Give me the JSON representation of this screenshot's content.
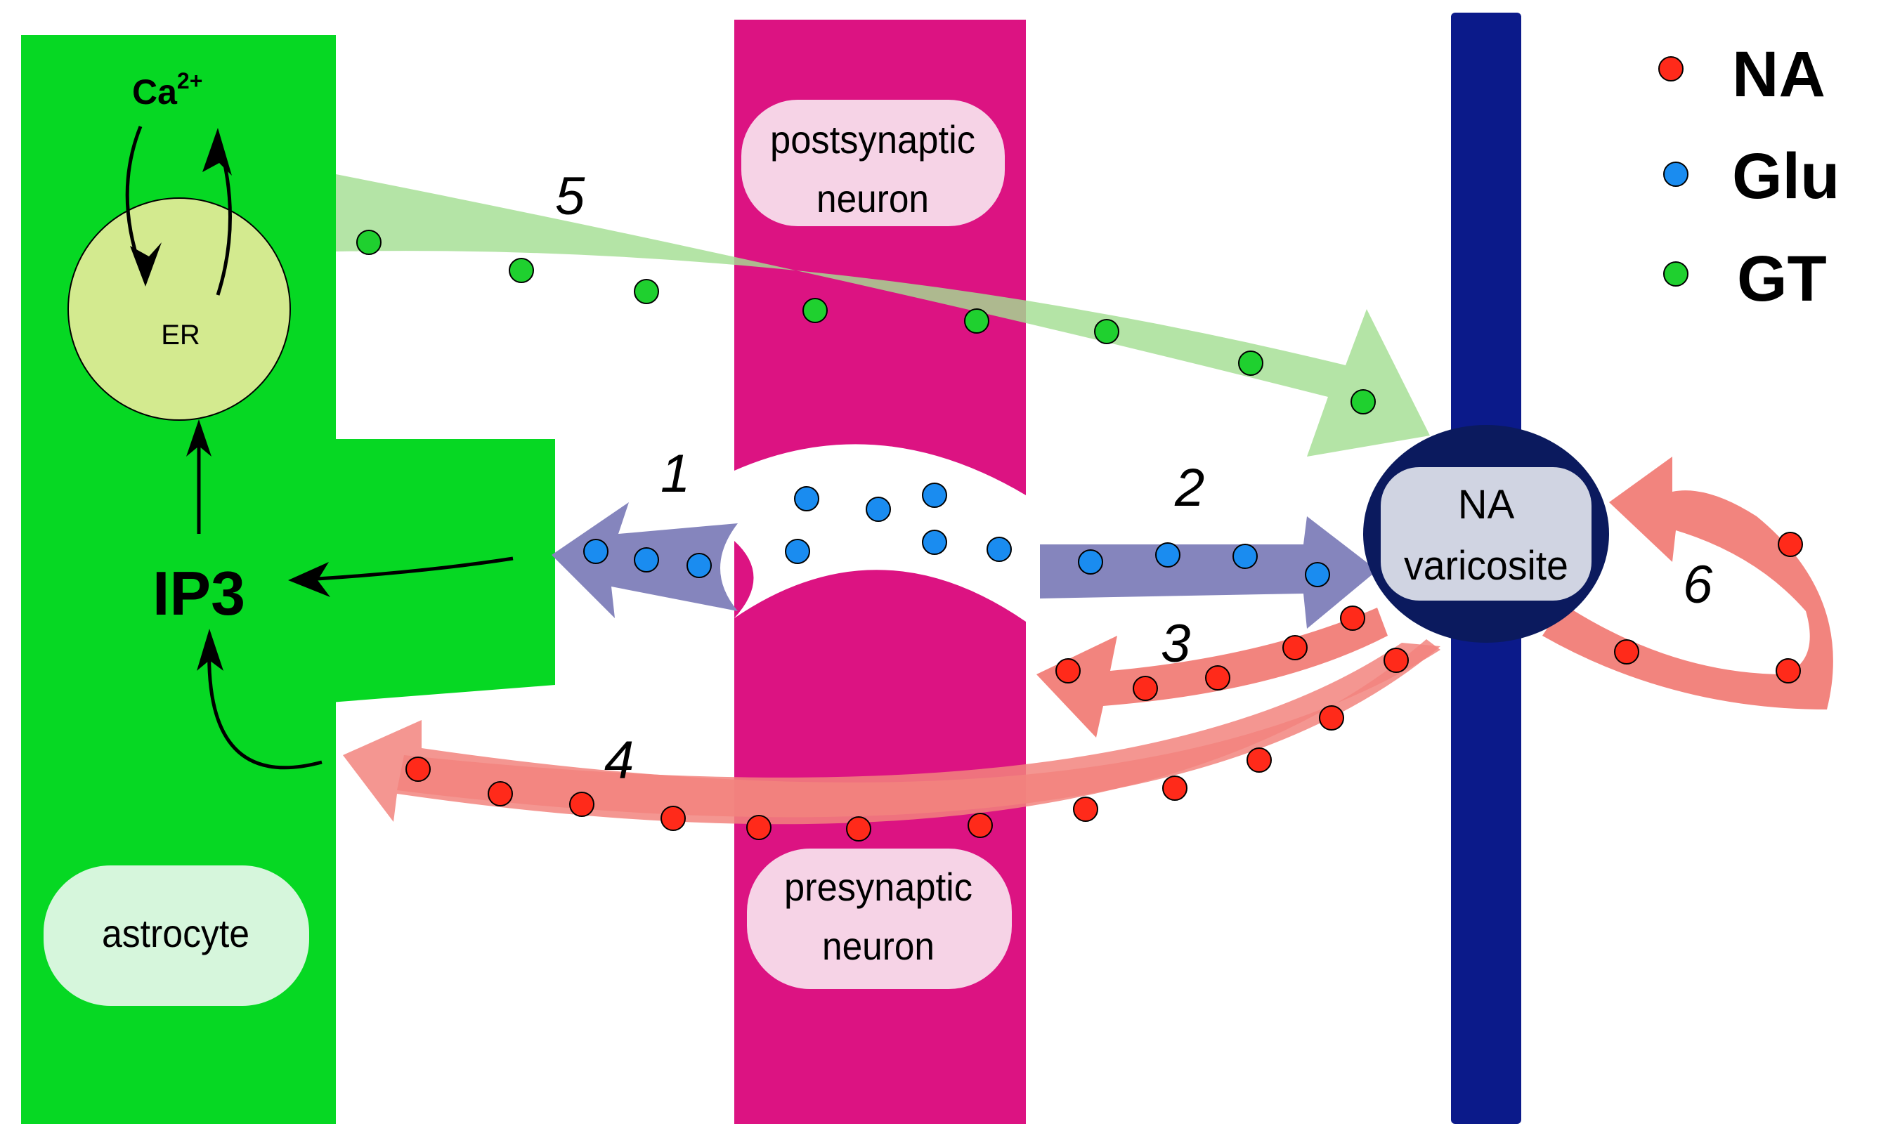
{
  "colors": {
    "astrocyte": "#06d823",
    "neuron": "#dc1382",
    "axon": "#0b1a8a",
    "NA": "#ff2a1a",
    "Glu": "#1a8cf0",
    "GT": "#1fd02f",
    "arrow_green": "#a3de93",
    "arrow_blue": "#8585bd",
    "arrow_red": "#f2847e"
  },
  "labels": {
    "ca": "Ca",
    "ca_sup": "2+",
    "er": "ER",
    "ip3": "IP3",
    "astrocyte": "astrocyte",
    "postsynaptic_line1": "postsynaptic",
    "postsynaptic_line2": "neuron",
    "presynaptic_line1": "presynaptic",
    "presynaptic_line2": "neuron",
    "varicosite_line1": "NA",
    "varicosite_line2": "varicosite"
  },
  "pathway_numbers": [
    "1",
    "2",
    "3",
    "4",
    "5",
    "6"
  ],
  "legend": [
    {
      "name": "NA",
      "color": "#ff2a1a"
    },
    {
      "name": "Glu",
      "color": "#1a8cf0"
    },
    {
      "name": "GT",
      "color": "#1fd02f"
    }
  ]
}
